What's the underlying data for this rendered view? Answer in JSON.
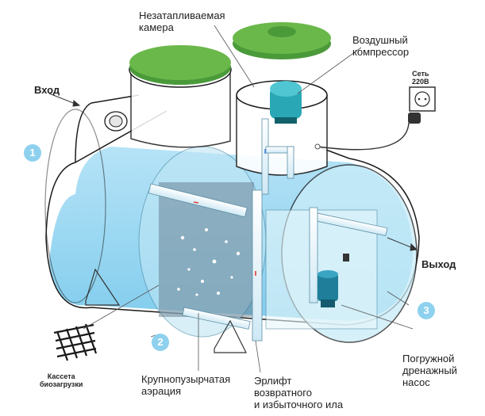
{
  "labels": {
    "inlet": "Вход",
    "outlet": "Выход",
    "sealed_chamber": "Незатапливаемая\nкамера",
    "compressor": "Воздушный\nкомпрессор",
    "power": "Сеть\n220В",
    "pump": "Погружной\nдренажный\nнасос",
    "aeration": "Крупнопузырчатая\nаэрация",
    "airlift": "Эрлифт\nвозвратного\nи избыточного ила",
    "bioload": "Кассета\nбиозагрузки"
  },
  "zones": [
    "1",
    "2",
    "3"
  ],
  "colors": {
    "water": "#8fd3f0",
    "lid": "#4a9a3a",
    "compressor": "#2aa7b5",
    "pump": "#1f7f9a",
    "badge": "#8ed1ee"
  }
}
